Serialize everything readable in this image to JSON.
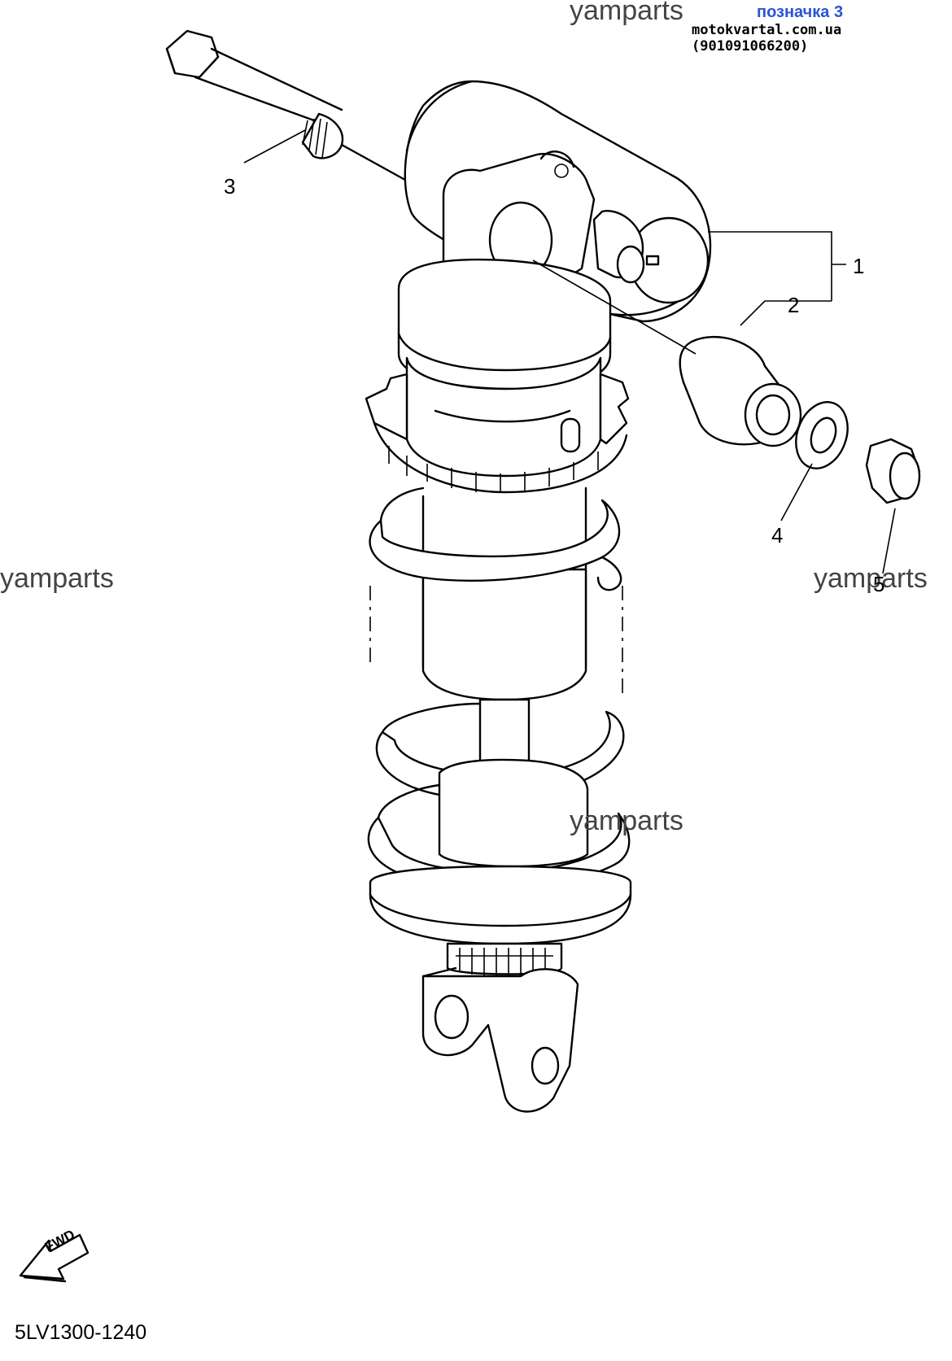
{
  "watermarks": {
    "top": "yamparts",
    "left": "yamparts",
    "right": "yamparts",
    "center": "yamparts"
  },
  "header": {
    "label": "позначка 3",
    "contact": "motokvartal.com.ua (901091066200)"
  },
  "callouts": {
    "c1": "1",
    "c2": "2",
    "c3": "3",
    "c4": "4",
    "c5": "5"
  },
  "fwd": "FWD",
  "diagram_code": "5LV1300-1240"
}
